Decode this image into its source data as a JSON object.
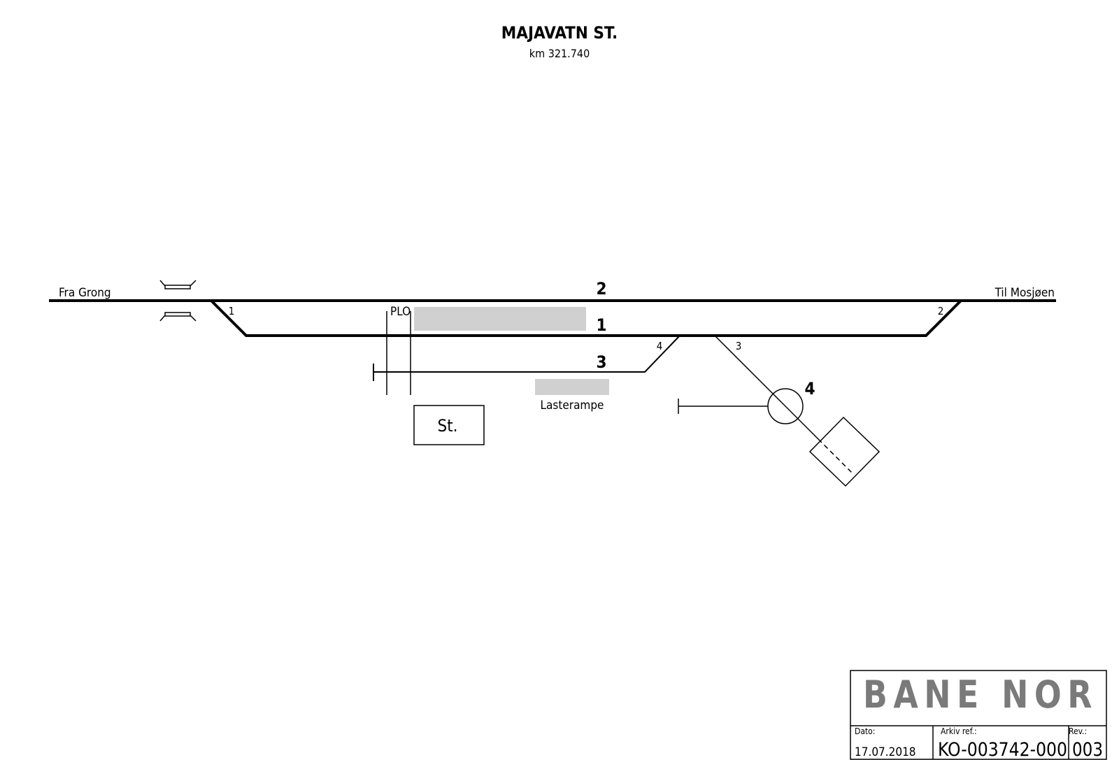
{
  "title": "MAJAVATN ST.",
  "subtitle": "km 321.740",
  "direction_left": "Fra Grong",
  "direction_right": "Til Mosjøen",
  "tracks": {
    "track2": "2",
    "track1": "1",
    "track3": "3",
    "track4": "4"
  },
  "switches": {
    "sw1": "1",
    "sw2": "2",
    "sw3": "3",
    "sw4": "4"
  },
  "plo_label": "PLO",
  "loading_ramp_label": "Lasterampe",
  "station_building_label": "St.",
  "title_block": {
    "logo": "BANE NOR",
    "date_label": "Dato:",
    "date_value": "17.07.2018",
    "archive_label": "Arkiv ref.:",
    "archive_value": "KO-003742-000",
    "rev_label": "Rev.:",
    "rev_value": "003"
  },
  "colors": {
    "platform": "#d0d0d0",
    "logo": "#7a7a7a",
    "line": "#000000"
  }
}
